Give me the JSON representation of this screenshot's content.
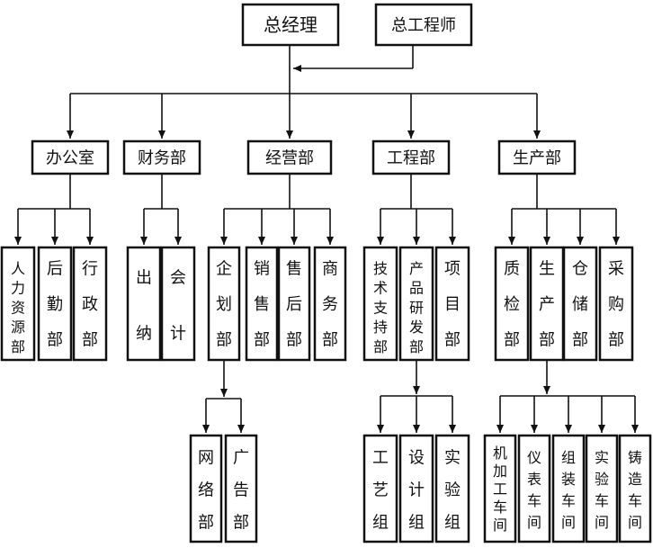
{
  "top": {
    "general_manager": "总经理",
    "chief_engineer": "总工程师"
  },
  "departments": [
    {
      "name": "办公室",
      "children": [
        "人力资源部",
        "后勤部",
        "行政部"
      ]
    },
    {
      "name": "财务部",
      "children": [
        "出纳",
        "会计"
      ]
    },
    {
      "name": "经营部",
      "children": [
        "企划部",
        "销售部",
        "售后部",
        "商务部"
      ],
      "sub": {
        "parent": "企划部",
        "children": [
          "网络部",
          "广告部"
        ]
      }
    },
    {
      "name": "工程部",
      "children": [
        "技术支持部",
        "产品研发部",
        "项目部"
      ],
      "sub": {
        "parent": "产品研发部",
        "children": [
          "工艺组",
          "设计组",
          "实验组"
        ]
      }
    },
    {
      "name": "生产部",
      "children": [
        "质检部",
        "生产部",
        "仓储部",
        "采购部"
      ],
      "sub": {
        "parent": "生产部",
        "children": [
          "机加工车间",
          "仪表车间",
          "组装车间",
          "实验车间",
          "铸造车间"
        ]
      }
    }
  ],
  "colors": {
    "ink": "#111111",
    "background": "#ffffff"
  }
}
